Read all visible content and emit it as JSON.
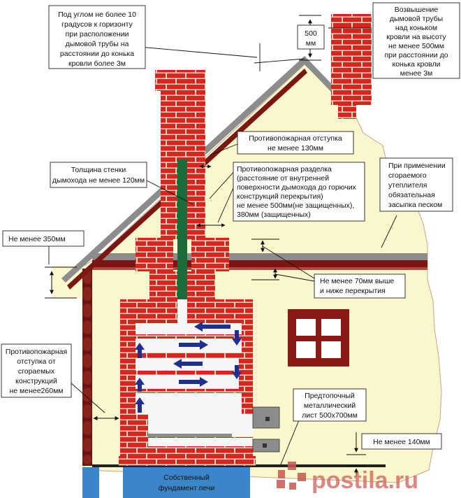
{
  "labels": {
    "angle_note": [
      "Под углом не более 10",
      "градусов к горизонту",
      "при расположении",
      "дымовой трубы на",
      "расстоянии до конька",
      "кровли более 3м"
    ],
    "dim_500": [
      "500",
      "мм"
    ],
    "height_note": [
      "Возвышение",
      "дымовой трубы",
      "над коньком",
      "кровли на высоту",
      "не менее 500мм",
      "при расстоянии до",
      "конька кровли",
      "менее 3м"
    ],
    "setback_130": [
      "Противопожарная отступка",
      "не менее 130мм"
    ],
    "wall_120": [
      "Толщина стенки",
      "дымохода не менее 120мм"
    ],
    "partition": [
      "Противопожарная разделка",
      "(расстояние от внутренней",
      "поверхности дымохода до горючих",
      "конструкций перекрытия)",
      "не менее 500мм(не защищенных),",
      "380мм (защищенных)"
    ],
    "insulation": [
      "При применении",
      "сгораемого",
      "утеплителя",
      "обязательная",
      "засыпка песком"
    ],
    "overhang_350": [
      "Не менее 350мм"
    ],
    "ceiling_70": [
      "Не менее 70мм выше",
      "и ниже перекрытия"
    ],
    "setback_260": [
      "Противопожарная",
      "отступка от",
      "сгораемых",
      "конструкций",
      "не менее260мм"
    ],
    "sheet": [
      "Предтопочный",
      "металлический",
      "лист 500х700мм"
    ],
    "min_140": [
      "Не менее 140мм"
    ],
    "foundation": [
      "Собственный",
      "фундамент печи"
    ],
    "watermark": "postila.ru"
  },
  "colors": {
    "brick": "#d8241c",
    "mortar": "#f3d3c3",
    "wall": "#fbf7cd",
    "roof": "#8c8c8c",
    "beam": "#7a1712",
    "flue": "#1c6b3c",
    "foundation": "#3b86c8",
    "arrow": "#1f2f8f",
    "window": "#8c1a14"
  },
  "icons": [
    "flow-arrow-icon",
    "watermark-logo-icon"
  ]
}
